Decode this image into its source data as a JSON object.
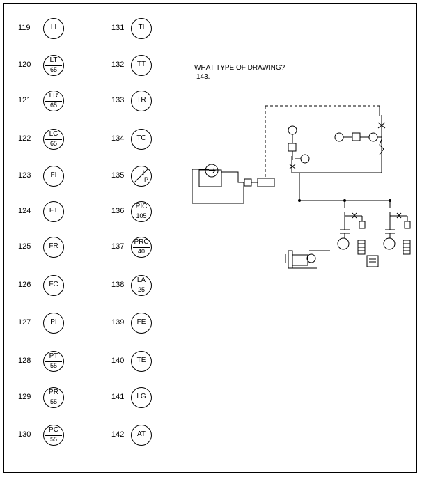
{
  "question": {
    "prompt": "WHAT TYPE OF DRAWING?",
    "number": "143."
  },
  "symbols": [
    {
      "num": "119",
      "top": "LI",
      "bottom": ""
    },
    {
      "num": "120",
      "top": "LT",
      "bottom": "65"
    },
    {
      "num": "121",
      "top": "LR",
      "bottom": "65"
    },
    {
      "num": "122",
      "top": "LC",
      "bottom": "65"
    },
    {
      "num": "123",
      "top": "FI",
      "bottom": ""
    },
    {
      "num": "124",
      "top": "FT",
      "bottom": ""
    },
    {
      "num": "125",
      "top": "FR",
      "bottom": ""
    },
    {
      "num": "126",
      "top": "FC",
      "bottom": ""
    },
    {
      "num": "127",
      "top": "PI",
      "bottom": ""
    },
    {
      "num": "128",
      "top": "PT",
      "bottom": "55"
    },
    {
      "num": "129",
      "top": "PR",
      "bottom": "55"
    },
    {
      "num": "130",
      "top": "PC",
      "bottom": "55"
    },
    {
      "num": "131",
      "top": "TI",
      "bottom": ""
    },
    {
      "num": "132",
      "top": "TT",
      "bottom": ""
    },
    {
      "num": "133",
      "top": "TR",
      "bottom": ""
    },
    {
      "num": "134",
      "top": "TC",
      "bottom": ""
    },
    {
      "num": "135",
      "top": "I",
      "bottom": "P",
      "slash": true
    },
    {
      "num": "136",
      "top": "PIC",
      "bottom": "105"
    },
    {
      "num": "137",
      "top": "PRC",
      "bottom": "40"
    },
    {
      "num": "138",
      "top": "LA",
      "bottom": "25"
    },
    {
      "num": "139",
      "top": "FE",
      "bottom": ""
    },
    {
      "num": "140",
      "top": "TE",
      "bottom": ""
    },
    {
      "num": "141",
      "top": "LG",
      "bottom": ""
    },
    {
      "num": "142",
      "top": "AT",
      "bottom": ""
    }
  ]
}
